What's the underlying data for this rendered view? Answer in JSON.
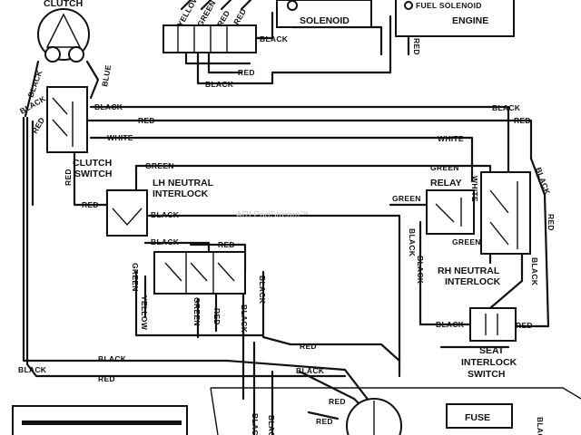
{
  "components": {
    "clutch": "CLUTCH",
    "solenoid": "SOLENOID",
    "fuel_solenoid": "FUEL SOLENOID",
    "engine": "ENGINE",
    "clutch_switch": [
      "CLUTCH",
      "SWITCH"
    ],
    "lh_neutral_interlock": [
      "LH NEUTRAL",
      "INTERLOCK"
    ],
    "relay": "RELAY",
    "rh_neutral_interlock": [
      "RH NEUTRAL",
      "INTERLOCK"
    ],
    "seat_interlock_switch": [
      "SEAT",
      "INTERLOCK",
      "SWITCH"
    ],
    "fuse": "FUSE"
  },
  "wires": {
    "yellow": "YELLOW",
    "green": "GREEN",
    "red": "RED",
    "black": "BLACK",
    "blue": "BLUE",
    "white": "WHITE"
  },
  "watermark": "ARI PartStream™"
}
